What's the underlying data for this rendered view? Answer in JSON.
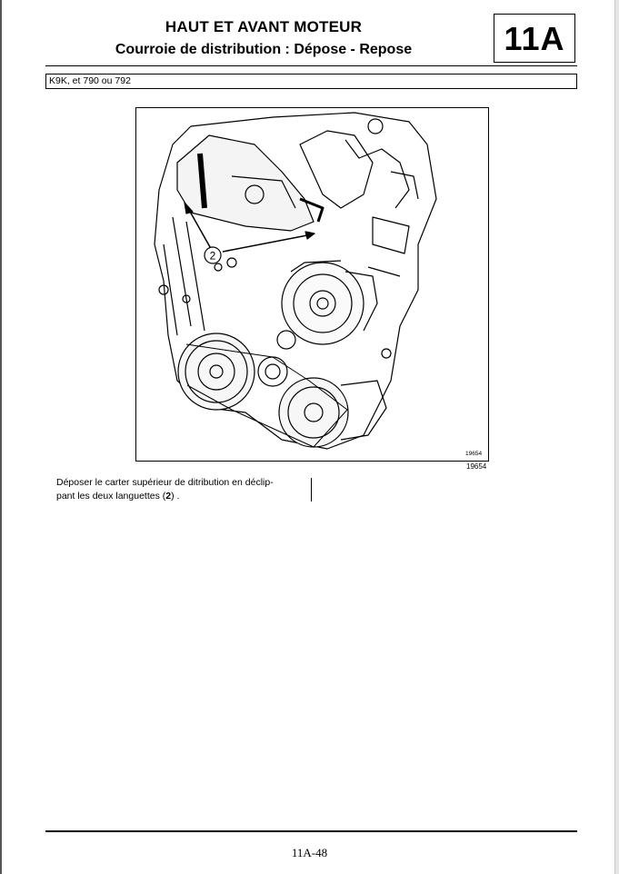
{
  "header": {
    "title": "HAUT ET AVANT MOTEUR",
    "subtitle": "Courroie de distribution : Dépose - Repose",
    "section_code": "11A"
  },
  "engine_bar": {
    "text": "K9K, et 790 ou 792"
  },
  "figure": {
    "callout_label": "2",
    "figure_number_inner": "19654",
    "figure_number_outer": "19654"
  },
  "caption": {
    "line1": "Déposer le carter supérieur de ditribution en déclip-",
    "line2_prefix": "pant les deux languettes (",
    "line2_bold": "2",
    "line2_suffix": ") ."
  },
  "footer": {
    "page_number": "11A-48"
  }
}
